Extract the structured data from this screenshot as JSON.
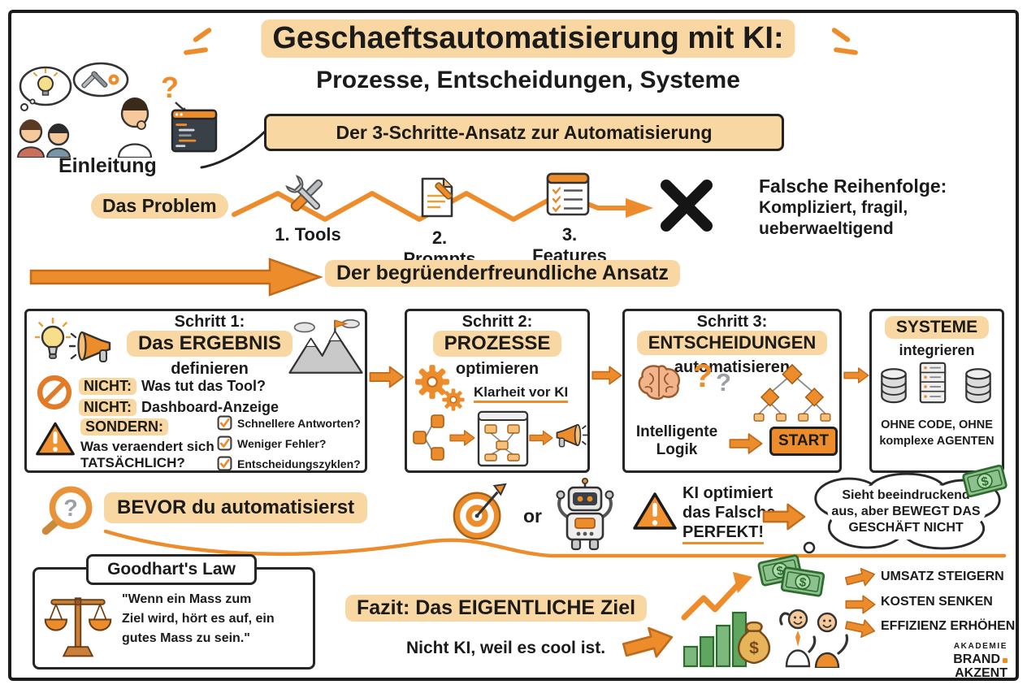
{
  "title": {
    "main": "Geschaeftsautomatisierung mit KI:",
    "sub": "Prozesse, Entscheidungen, Systeme"
  },
  "intro": {
    "label": "Einleitung",
    "q": "?"
  },
  "banner": "Der 3-Schritte-Ansatz zur Automatisierung",
  "problem": {
    "label": "Das Problem",
    "items": [
      "1. Tools",
      "2. Prompts",
      "3. Features"
    ],
    "wrong_title": "Falsche Reihenfolge:",
    "wrong_line1": "Kompliziert, fragil,",
    "wrong_line2": "ueberwaeltigend"
  },
  "approach": "Der begrüenderfreundliche Ansatz",
  "step1": {
    "heading": "Schritt 1:",
    "title": "Das ERGEBNIS",
    "subtitle": "definieren",
    "nicht": "NICHT:",
    "nicht1": "Was tut das Tool?",
    "nicht2": "Dashboard-Anzeige",
    "sondern": "SONDERN:",
    "sondern1": "Was veraendert sich",
    "sondern2": "TATSÄCHLICH?",
    "checks": [
      "Schnellere Antworten?",
      "Weniger Fehler?",
      "Entscheidungszyklen?"
    ]
  },
  "step2": {
    "heading": "Schritt 2:",
    "title": "PROZESSE",
    "subtitle": "optimieren",
    "note": "Klarheit vor KI"
  },
  "step3": {
    "heading": "Schritt 3:",
    "title": "ENTSCHEIDUNGEN",
    "subtitle": "automatisieren",
    "qm1": "?",
    "qm2": "?",
    "note1": "Intelligente",
    "note2": "Logik",
    "start": "START"
  },
  "step4": {
    "title": "SYSTEME",
    "subtitle": "integrieren",
    "note1": "OHNE CODE, OHNE",
    "note2": "komplexe AGENTEN"
  },
  "bevor": {
    "label": "BEVOR du automatisierst",
    "or": "or",
    "warn1": "KI optimiert",
    "warn2": "das Falsche",
    "warn3": "PERFEKT!",
    "bubble1": "Sieht beeindruckend",
    "bubble2": "aus, aber BEWEGT DAS",
    "bubble3": "GESCHÄFT NICHT"
  },
  "goodhart": {
    "title": "Goodhart's Law",
    "quote1": "\"Wenn ein Mass zum",
    "quote2": "Ziel wird, hört es auf, ein",
    "quote3": "gutes Mass zu sein.\""
  },
  "fazit": {
    "title": "Fazit: Das EIGENTLICHE Ziel",
    "subtitle": "Nicht KI, weil es cool ist."
  },
  "outcomes": [
    "UMSATZ STEIGERN",
    "KOSTEN SENKEN",
    "EFFIZIENZ ERHÖHEN"
  ],
  "logo": {
    "top": "AKADEMIE",
    "mid": "BRAND",
    "bot": "AKZENT"
  },
  "colors": {
    "accent": "#ED8C2B",
    "highlight": "#F9D7A2"
  }
}
